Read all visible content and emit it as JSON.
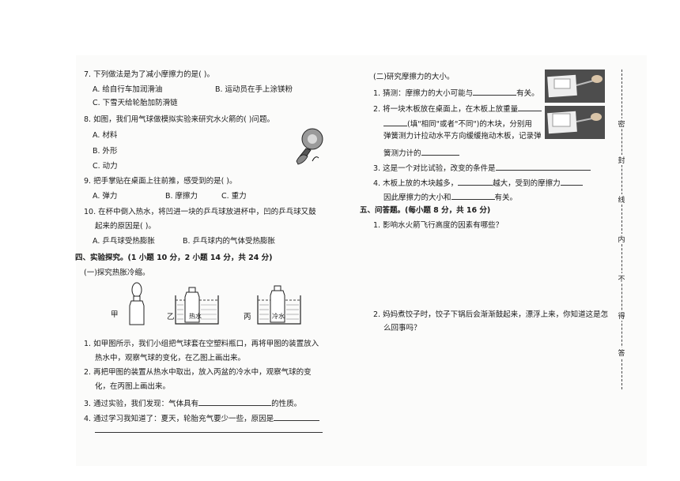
{
  "left": {
    "q7": {
      "stem": "7. 下列做法是为了减小摩擦力的是(     )。",
      "a": "A. 给自行车加润滑油",
      "b": "B. 运动员在手上涂镁粉",
      "c": "C. 下雪天给轮胎加防滑链"
    },
    "q8": {
      "stem": "8. 如图，我们用气球做模拟实验来研究水火箭的(     )问题。",
      "a": "A. 材料",
      "b": "B. 外形",
      "c": "C. 动力"
    },
    "q9": {
      "stem": "9. 把手掌贴在桌面上往前推，感受到的是(     )。",
      "a": "A. 弹力",
      "b": "B. 摩擦力",
      "c": "C. 重力"
    },
    "q10": {
      "stem": "10. 在杯中倒入热水，将凹进一块的乒乓球放进杯中，凹的乒乓球又鼓",
      "stem2": "起来的原因是(     )。",
      "a": "A. 乒乓球受热膨胀",
      "b": "B. 乒乓球内的气体受热膨胀"
    },
    "section4": "四、实验探究。(1 小题 10 分，2 小题 14 分，共 24 分)",
    "sub1": "(一)探究热胀冷缩。",
    "fig": {
      "jia": "甲",
      "yi": "乙",
      "bing": "丙",
      "hot": "热水",
      "cold": "冷水"
    },
    "e1": {
      "line1": "1. 如甲图所示，我们小组把气球套在空塑料瓶口，再将甲图的装置放入",
      "line2": "热水中，观察气球的变化，在乙图上画出来。"
    },
    "e2": {
      "line1": "2. 再把甲图的装置从热水中取出，放入丙盆的冷水中，观察气球的变",
      "line2": "化，在丙图上画出来。"
    },
    "e3": {
      "before": "3. 通过实验，我们发现：气体具有",
      "after": "的性质。"
    },
    "e4": {
      "before": "4. 通过学习我知道了：夏天，轮胎充气要少一些，原因是"
    }
  },
  "right": {
    "sub2": "(二)研究摩擦力的大小。",
    "r1": {
      "before": "1. 猜测：摩擦力的大小可能与",
      "after": "有关。"
    },
    "r2": {
      "line1": "2. 将一块木板放在桌面上，在木板上放重量",
      "line2": "(填\"相同\"或者\"不同\")的木块，分别用",
      "line3": "弹簧测力计拉动水平方向缓缓拖动木板，记录弹",
      "line4": "簧测力计的"
    },
    "r3": {
      "before": "3. 这是一个对比试验，改变的条件是"
    },
    "r4": {
      "before": "4. 木板上放的木块越多，",
      "after": "越大，受到的摩擦力",
      "line2_before": "因此摩擦力的大小和",
      "line2_after": "有关。"
    },
    "section5": "五、问答题。(每小题 8 分，共 16 分)",
    "qa1": "1. 影响水火箭飞行高度的因素有哪些？",
    "qa2": {
      "line1": "2. 妈妈煮饺子时，饺子下锅后会渐渐鼓起来，漂浮上来，你知道这是怎",
      "line2": "么回事吗？"
    }
  },
  "binding_margin": [
    "密",
    "封",
    "线",
    "内",
    "不",
    "得",
    "答"
  ]
}
